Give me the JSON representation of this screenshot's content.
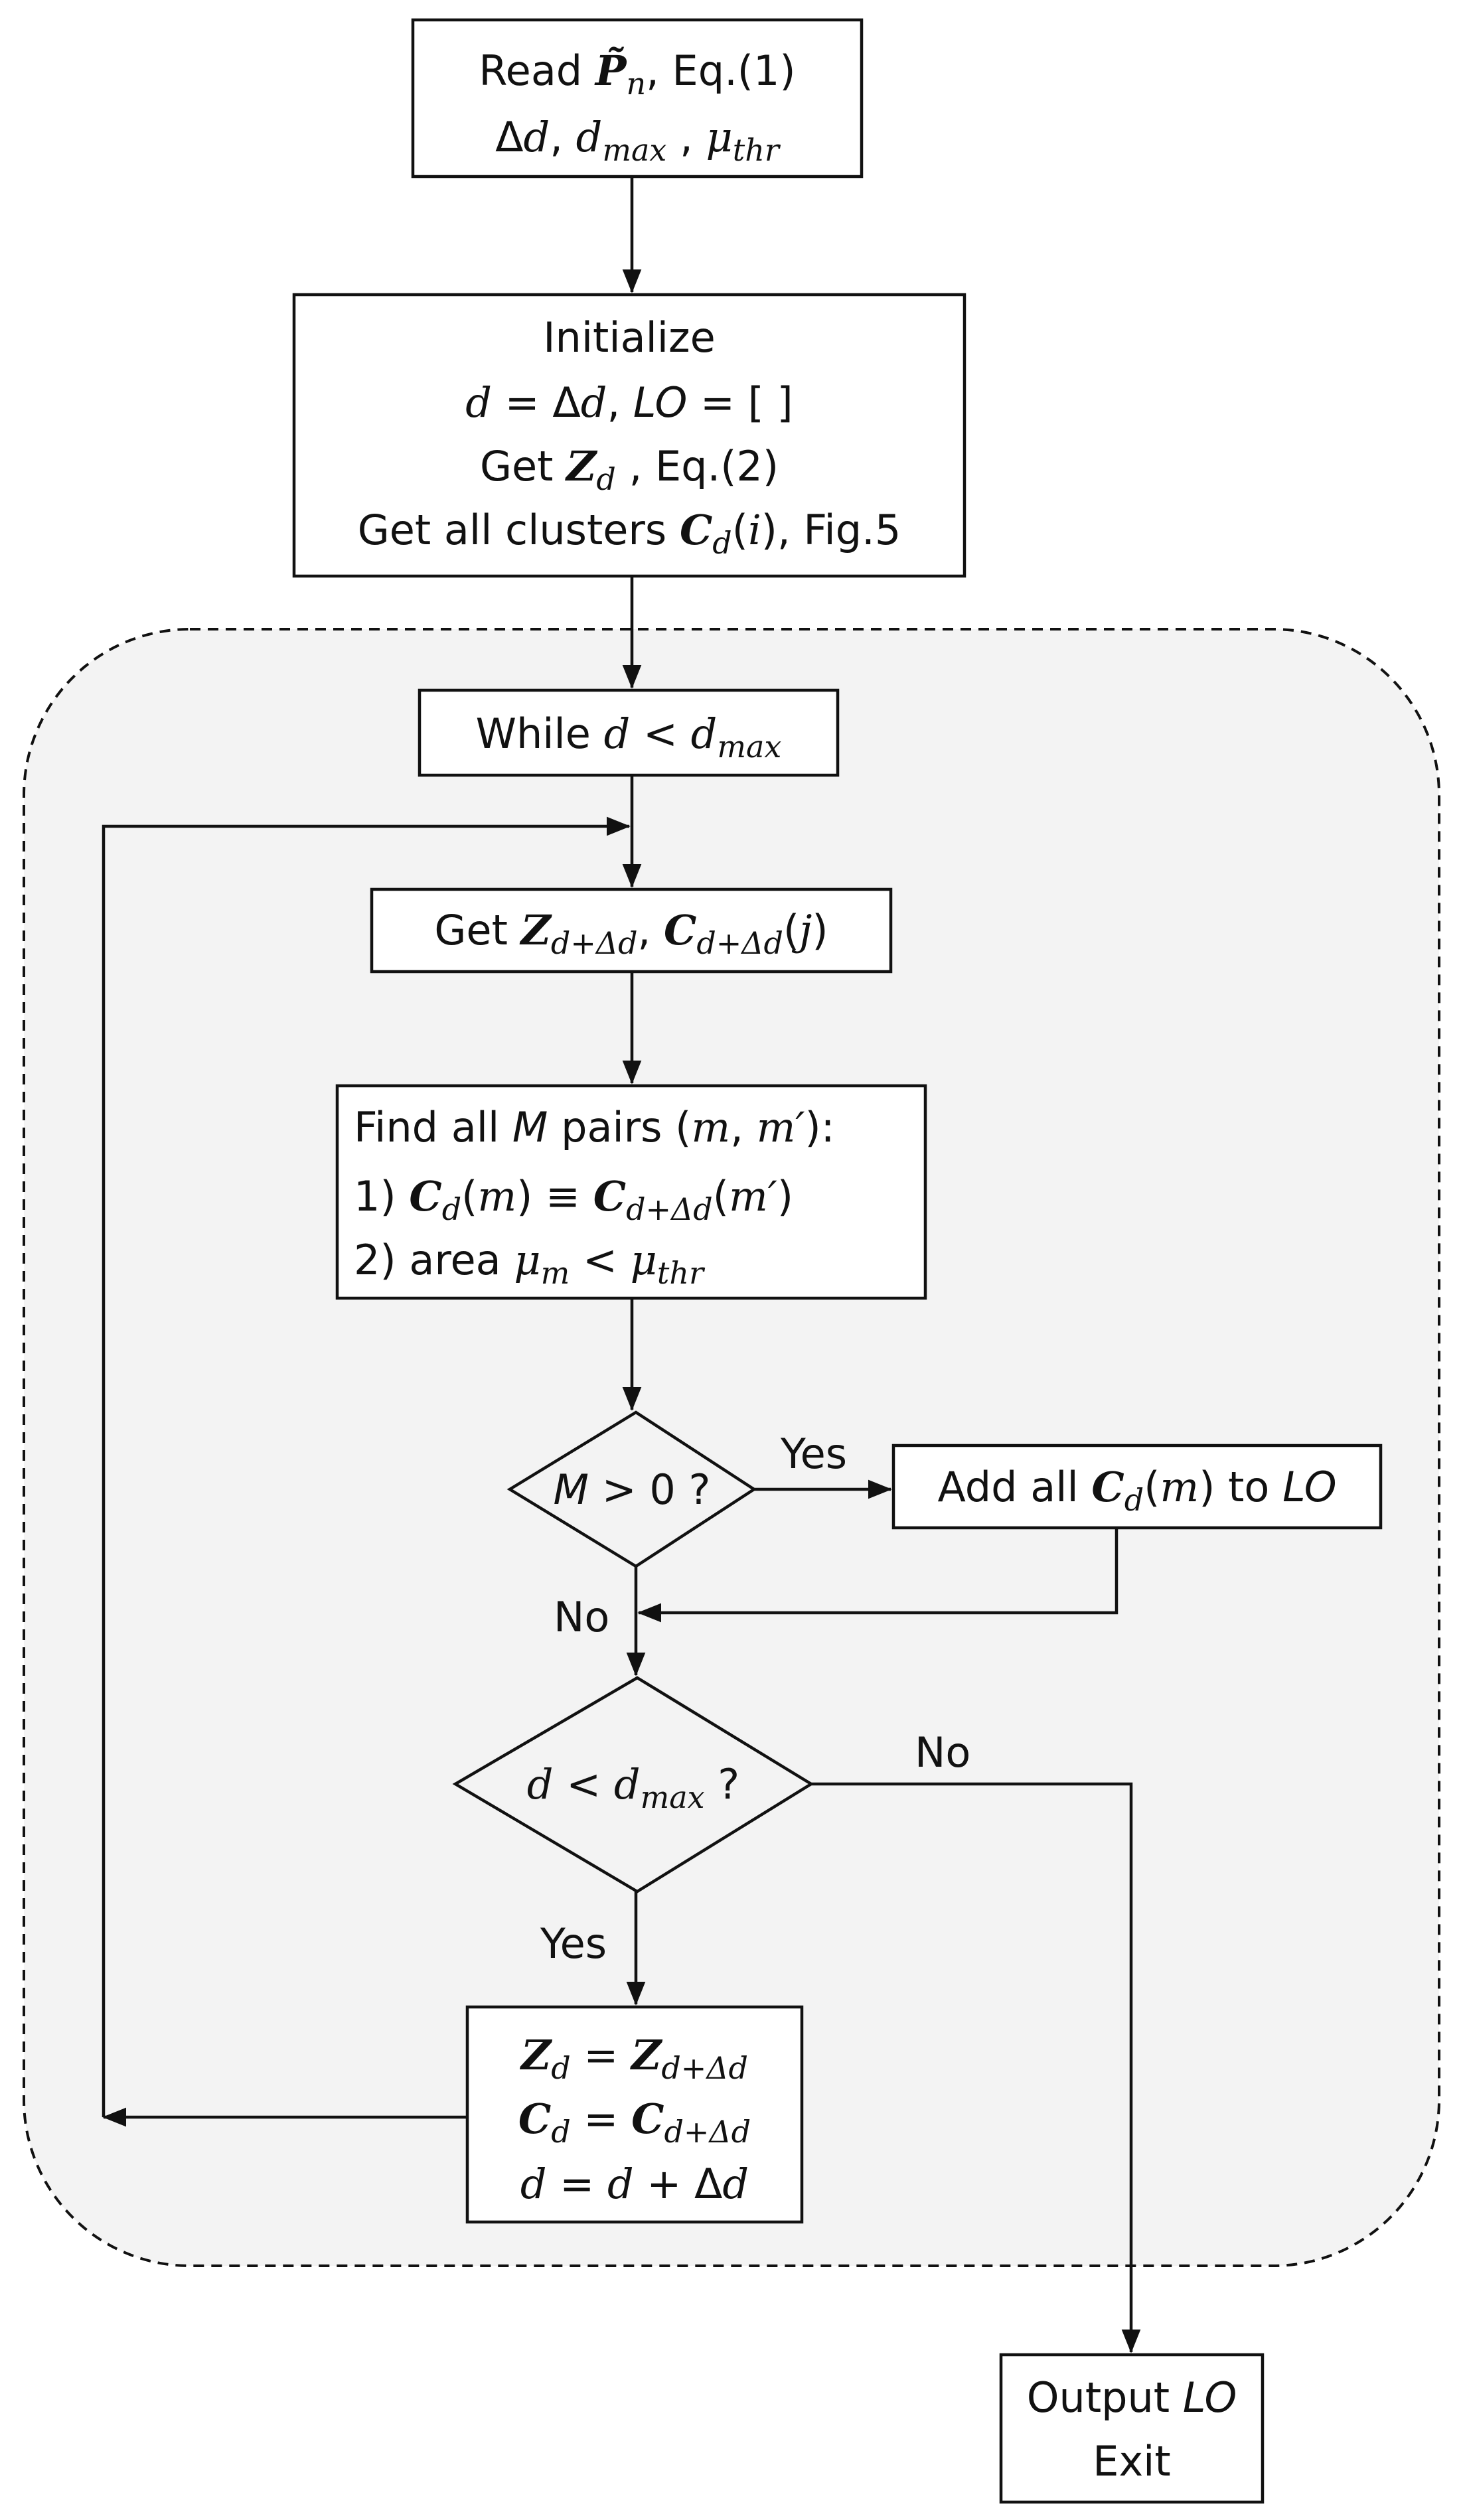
{
  "diagram": {
    "nodes": {
      "read": {
        "kind": "process",
        "lines": [
          "Read P̃n, Eq.(1)",
          "Δd, dmax , μthr"
        ]
      },
      "init": {
        "kind": "process",
        "lines": [
          "Initialize",
          "d = Δd, LO = [ ]",
          "Get Zd , Eq.(2)",
          "Get all clusters Cd(i), Fig.5"
        ]
      },
      "while": {
        "kind": "loop-header",
        "text": "While d < dmax"
      },
      "get_next": {
        "kind": "process",
        "text": "Get Zd+Δd, Cd+Δd(j)"
      },
      "find_pairs": {
        "kind": "process",
        "lines": [
          "Find all M pairs (m, m′):",
          "1) Cd(m) ≡ Cd+Δd(m′)",
          "2) area μm < μthr"
        ]
      },
      "cond_m": {
        "kind": "decision",
        "text": "M > 0 ?"
      },
      "add_lo": {
        "kind": "process",
        "text": "Add all Cd(m) to LO"
      },
      "cond_d": {
        "kind": "decision",
        "text": "d < dmax ?"
      },
      "update": {
        "kind": "process",
        "lines": [
          "Zd = Zd+Δd",
          "Cd = Cd+Δd",
          "d = d + Δd"
        ]
      },
      "output": {
        "kind": "terminal",
        "lines": [
          "Output LO",
          "Exit"
        ]
      }
    },
    "edges": [
      {
        "from": "read",
        "to": "init",
        "label": ""
      },
      {
        "from": "init",
        "to": "while",
        "label": ""
      },
      {
        "from": "while",
        "to": "get_next",
        "label": ""
      },
      {
        "from": "get_next",
        "to": "find_pairs",
        "label": ""
      },
      {
        "from": "find_pairs",
        "to": "cond_m",
        "label": ""
      },
      {
        "from": "cond_m",
        "to": "add_lo",
        "label": "Yes"
      },
      {
        "from": "cond_m",
        "to": "cond_d",
        "label": "No"
      },
      {
        "from": "add_lo",
        "to": "cond_d",
        "label": ""
      },
      {
        "from": "cond_d",
        "to": "update",
        "label": "Yes"
      },
      {
        "from": "cond_d",
        "to": "output",
        "label": "No"
      },
      {
        "from": "update",
        "to": "get_next",
        "label": ""
      }
    ],
    "labels": {
      "yes_m": "Yes",
      "no_m": "No",
      "no_d": "No",
      "yes_d": "Yes"
    }
  }
}
